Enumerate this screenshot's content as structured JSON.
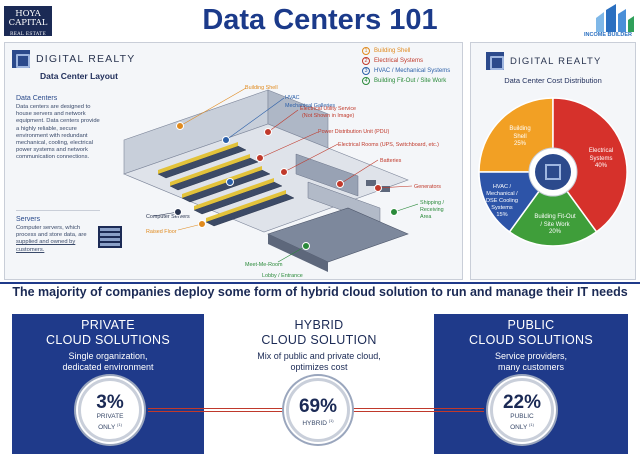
{
  "header": {
    "title": "Data Centers 101",
    "left_logo_line1": "HOYA CAPITAL",
    "left_logo_line2": "REAL ESTATE",
    "right_logo_text": "INCOME BUILDER"
  },
  "layout_panel": {
    "brand": "DIGITAL REALTY",
    "subtitle": "Data Center Layout",
    "data_centers_heading": "Data Centers",
    "data_centers_text": "Data centers are designed to house servers and network equipment. Data centers provide a highly reliable, secure environment with redundant mechanical, cooling, electrical power systems and network communication connections.",
    "servers_heading": "Servers",
    "servers_text_1": "Computer servers, which process and store data, are ",
    "servers_text_2": "supplied and owned by customers.",
    "legend": [
      {
        "num": "1",
        "label": "Building Shell",
        "color": "#e08a1e"
      },
      {
        "num": "2",
        "label": "Electrical Systems",
        "color": "#c0392b"
      },
      {
        "num": "3",
        "label": "HVAC / Mechanical Systems",
        "color": "#2b5fa8"
      },
      {
        "num": "4",
        "label": "Building Fit-Out / Site Work",
        "color": "#2a8a3a"
      }
    ],
    "callouts": {
      "building_shell": "Building Shell",
      "hvac": "HVAC",
      "mechanical_galleries": "Mechanical Galleries",
      "electrical_utility_1": "Electrical Utility Service",
      "electrical_utility_2": "(Not Shown in Image)",
      "pdu": "Power Distribution Unit (PDU)",
      "electrical_rooms": "Electrical Rooms (UPS, Switchboard, etc.)",
      "batteries": "Batteries",
      "generators": "Generators",
      "shipping_1": "Shipping /",
      "shipping_2": "Receiving",
      "shipping_3": "Area",
      "computer_servers": "Computer Servers",
      "raised_floor": "Raised Floor",
      "meet_me_room": "Meet-Me-Room",
      "lobby": "Lobby / Entrance"
    }
  },
  "cost_panel": {
    "brand": "DIGITAL REALTY",
    "subtitle": "Data Center Cost Distribution",
    "slices": [
      {
        "label_1": "Building",
        "label_2": "Shell",
        "pct": "25%",
        "value": 25,
        "color": "#f2a024"
      },
      {
        "label_1": "Electrical",
        "label_2": "Systems",
        "pct": "40%",
        "value": 40,
        "color": "#d6312b"
      },
      {
        "label_1": "Building Fit-Out",
        "label_2": "/ Site Work",
        "pct": "20%",
        "value": 20,
        "color": "#3f9e3a"
      },
      {
        "label_1": "HVAC /",
        "label_2": "Mechanical / DSE Cooling Systems",
        "pct": "15%",
        "value": 15,
        "color": "#2d54a8"
      }
    ]
  },
  "tagline": "The majority of companies deploy some form of hybrid cloud solution to run and manage their IT needs",
  "columns": {
    "private": {
      "title_1": "PRIVATE",
      "title_2": "CLOUD SOLUTIONS",
      "desc_1": "Single organization,",
      "desc_2": "dedicated environment",
      "pct": "3%",
      "lbl_1": "PRIVATE",
      "lbl_2": "ONLY",
      "footnote": "(1)"
    },
    "hybrid": {
      "title_1": "HYBRID",
      "title_2": "CLOUD SOLUTION",
      "desc_1": "Mix of public and private cloud,",
      "desc_2": "optimizes cost",
      "pct": "69%",
      "lbl_1": "HYBRID",
      "footnote": "(1)"
    },
    "public": {
      "title_1": "PUBLIC",
      "title_2": "CLOUD SOLUTIONS",
      "desc_1": "Service providers,",
      "desc_2": "many customers",
      "pct": "22%",
      "lbl_1": "PUBLIC",
      "lbl_2": "ONLY",
      "footnote": "(1)"
    }
  },
  "colors": {
    "navy": "#1f3a8a",
    "title_blue": "#1b3a8a",
    "accent_red": "#c0392b"
  }
}
